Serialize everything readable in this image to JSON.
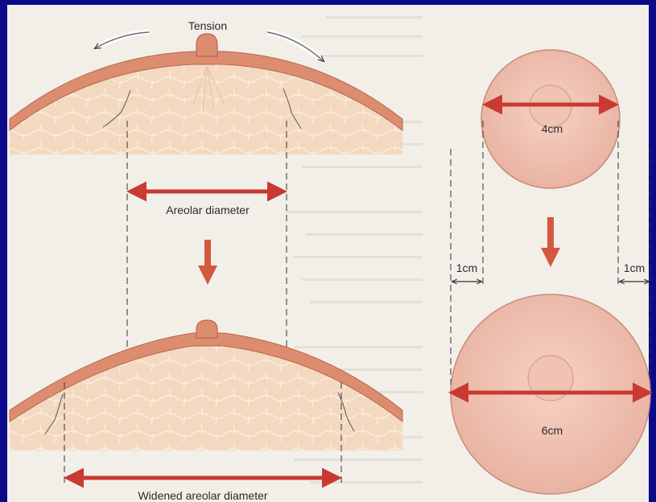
{
  "colors": {
    "frame": "#0a0a8a",
    "paper": "#f2efe8",
    "skin": "#f3d9c0",
    "dermis": "#dc8d70",
    "arrow": "#c83a32",
    "areola": "#efc0b0"
  },
  "labels": {
    "tension": "Tension",
    "areolar_diameter": "Areolar diameter",
    "widened_areolar_diameter": "Widened areolar diameter",
    "small_diameter": "4cm",
    "large_diameter": "6cm",
    "margin_left": "1cm",
    "margin_right": "1cm"
  },
  "icons": {
    "tension_left": "curved-arrow-left-icon",
    "tension_right": "curved-arrow-right-icon",
    "down_left": "down-arrow-icon",
    "down_right": "down-arrow-icon"
  }
}
